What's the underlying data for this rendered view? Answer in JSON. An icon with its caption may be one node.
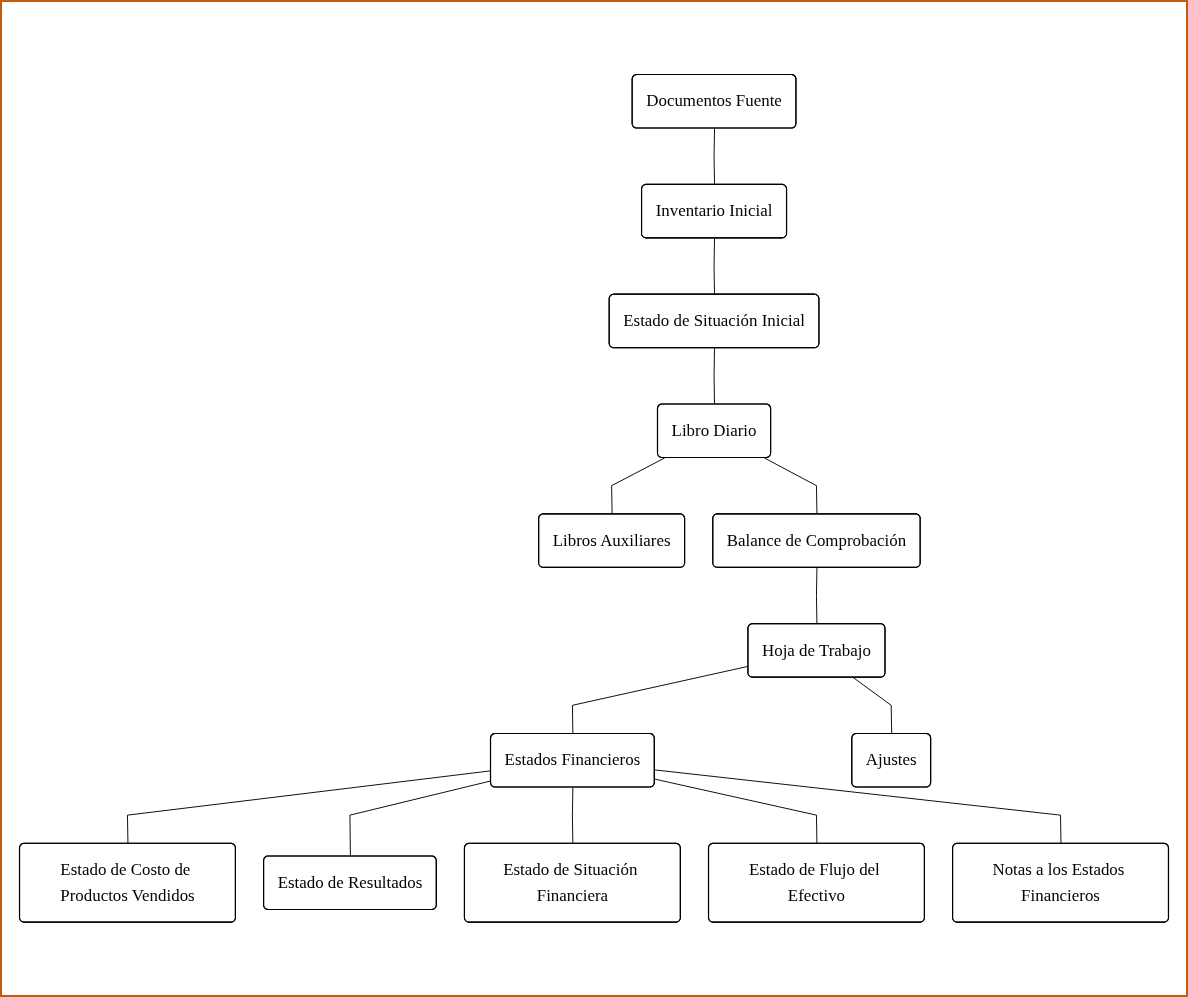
{
  "diagram": {
    "nodes": [
      {
        "text": [
          "Documentos Fuente"
        ]
      },
      {
        "text": [
          "Inventario Inicial"
        ]
      },
      {
        "text": [
          "Estado de Situación Inicial"
        ]
      },
      {
        "text": [
          "Libro Diario"
        ]
      },
      {
        "text": [
          "Libros Auxiliares"
        ]
      },
      {
        "text": [
          "Balance de Comprobación"
        ]
      },
      {
        "text": [
          "Hoja de Trabajo"
        ]
      },
      {
        "text": [
          "Ajustes"
        ]
      },
      {
        "text": [
          "Estados Financieros"
        ]
      },
      {
        "text": [
          "Estado de Costo de Productos Vendidos"
        ]
      },
      {
        "text": [
          "Estado de Resultados"
        ]
      },
      {
        "text": [
          "Estado de Situación Financiera"
        ]
      },
      {
        "text": [
          "Estado de Flujo del Efectivo"
        ]
      },
      {
        "text": [
          "Notas a los Estados Financieros"
        ]
      }
    ],
    "edges": [
      {
        "from": 0,
        "to": 1,
        "arrow": "none"
      },
      {
        "from": 1,
        "to": 2,
        "arrow": "none"
      },
      {
        "from": 2,
        "to": 3,
        "arrow": "none"
      },
      {
        "from": 3,
        "to": 5,
        "arrow": "none"
      },
      {
        "from": 3,
        "to": 4,
        "arrow": "none"
      },
      {
        "from": 5,
        "to": 6,
        "arrow": "none"
      },
      {
        "from": 6,
        "to": 7,
        "arrow": "none"
      },
      {
        "from": 6,
        "to": 8,
        "arrow": "none"
      },
      {
        "from": 8,
        "to": 9,
        "arrow": "none"
      },
      {
        "from": 8,
        "to": 10,
        "arrow": "none"
      },
      {
        "from": 8,
        "to": 11,
        "arrow": "none"
      },
      {
        "from": 8,
        "to": 12,
        "arrow": "none"
      },
      {
        "from": 8,
        "to": 13,
        "arrow": "none"
      }
    ]
  }
}
